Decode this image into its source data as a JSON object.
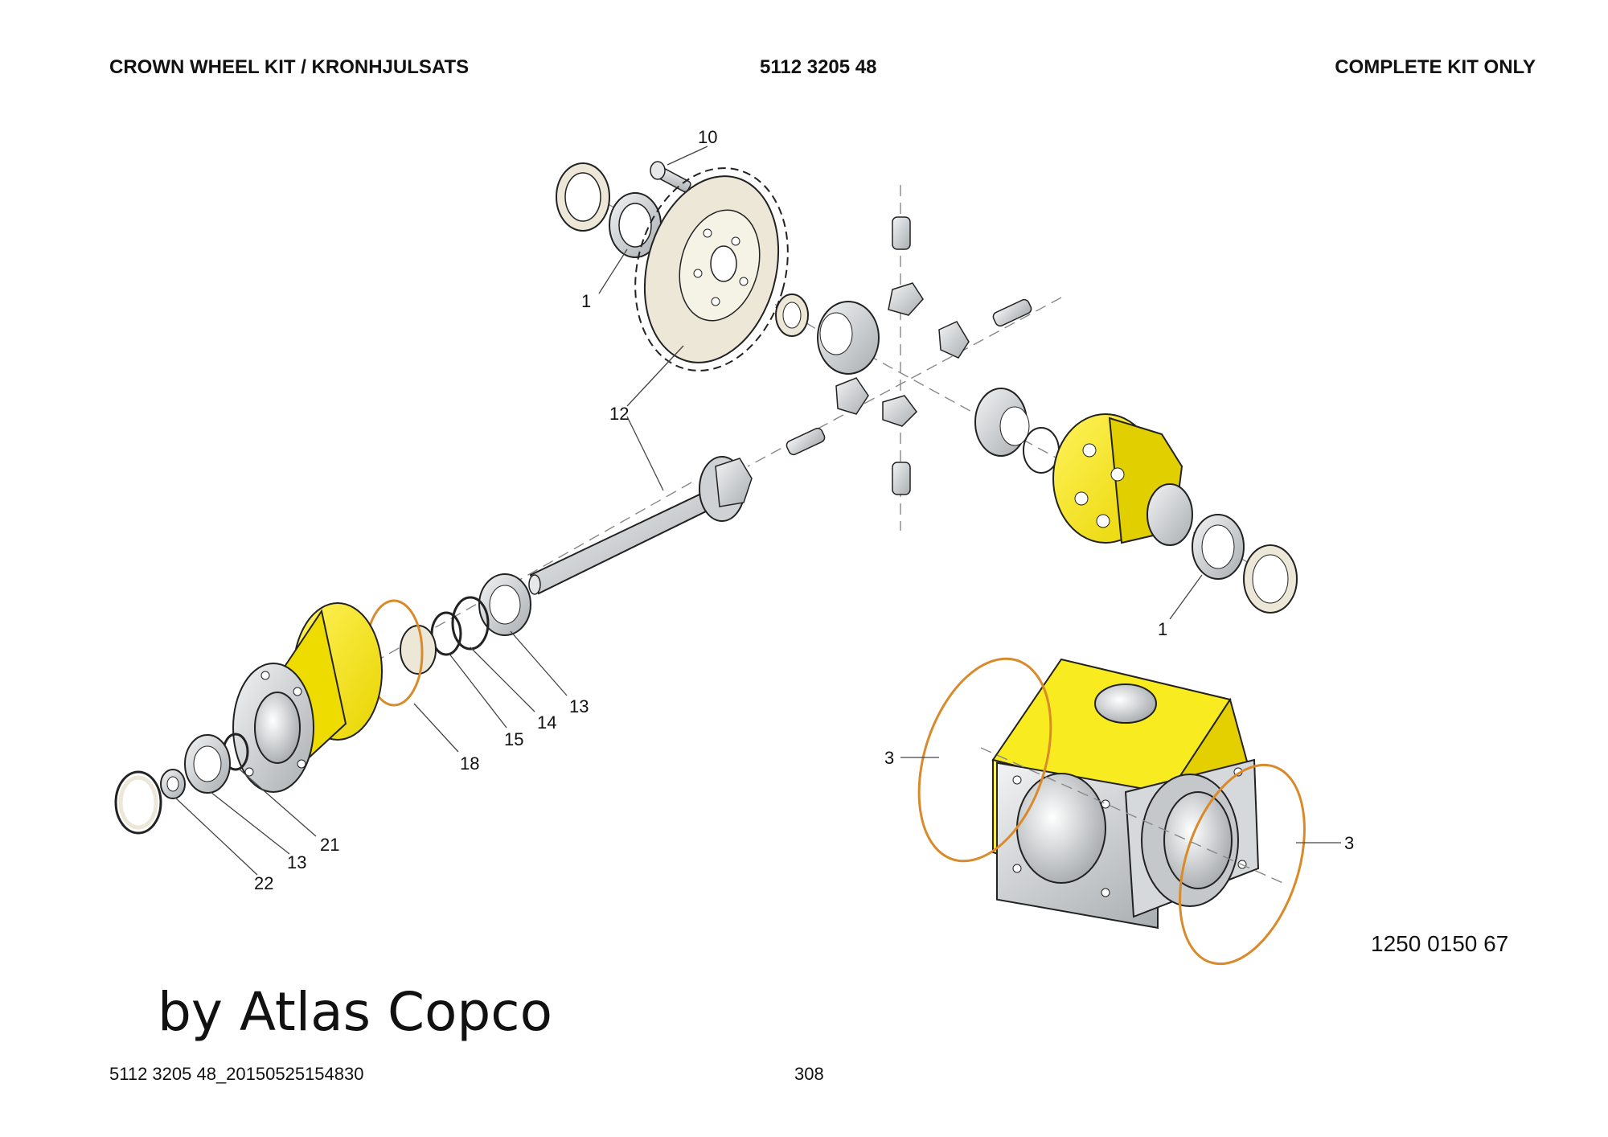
{
  "header": {
    "title": "CROWN WHEEL KIT / KRONHJULSATS",
    "part_number": "5112 3205 48",
    "note": "COMPLETE KIT ONLY"
  },
  "drawing_number": "1250 0150 67",
  "watermark": "by Atlas Copco",
  "footer": {
    "file_id": "5112 3205 48_20150525154830",
    "page_number": "308"
  },
  "callouts": {
    "c10": "10",
    "c1_top": "1",
    "c12": "12",
    "c1_right": "1",
    "c13_a": "13",
    "c14": "14",
    "c15": "15",
    "c18": "18",
    "c21": "21",
    "c13_b": "13",
    "c22": "22",
    "c3_left": "3",
    "c3_right": "3"
  },
  "colors": {
    "housing_yellow": "#f6e600",
    "housing_shade": "#d8c400",
    "gear_beige": "#ece7d6",
    "metal_gray": "#cfd2d4",
    "metal_dark": "#9ea3a6",
    "oring_orange": "#d98a2b"
  }
}
